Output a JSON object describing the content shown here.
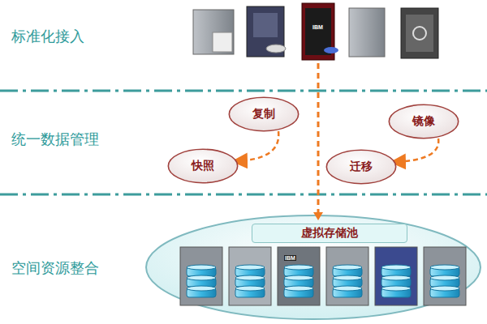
{
  "diagram": {
    "nodes": [
      {
        "text": [
          "复制"
        ]
      },
      {
        "text": [
          "镜像"
        ]
      },
      {
        "text": [
          "快照"
        ]
      },
      {
        "text": [
          "迁移"
        ]
      },
      {
        "text": [
          "虚拟存储池"
        ]
      }
    ],
    "edges": [
      {
        "from": 0,
        "to": 2,
        "arrow": "to"
      },
      {
        "from": 1,
        "to": 3,
        "arrow": "to"
      }
    ],
    "labels": [
      "标准化接入",
      "统一数据管理",
      "空间资源整合",
      "IBM",
      "IBM"
    ]
  }
}
